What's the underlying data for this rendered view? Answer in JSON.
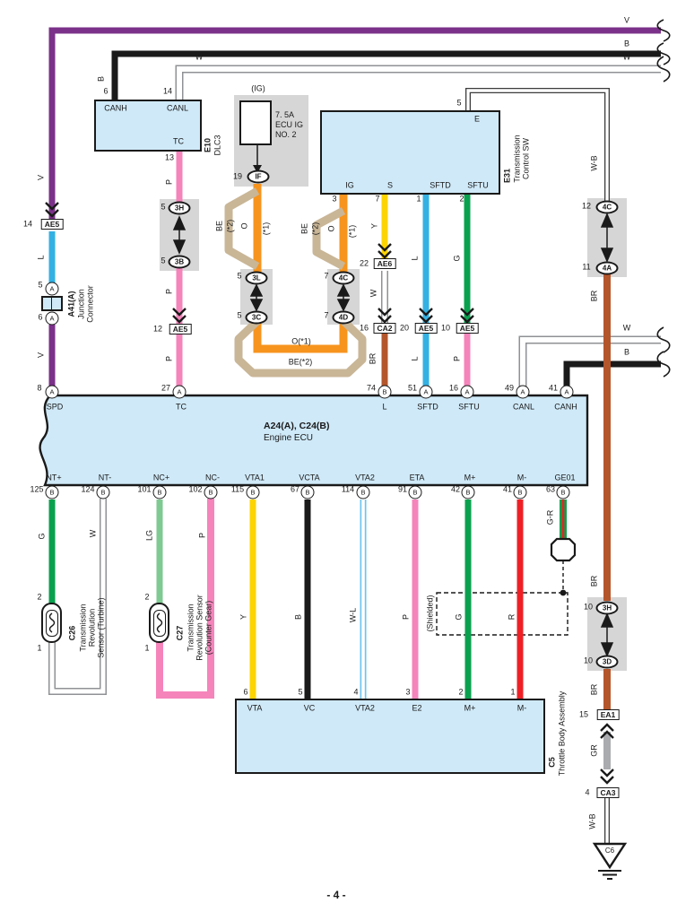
{
  "colors": {
    "v": "#7b3189",
    "b": "#1a1a1a",
    "p": "#f584bb",
    "o": "#f7941d",
    "be": "#c9b697",
    "y": "#fcd400",
    "l": "#33b1e3",
    "g": "#0aa14e",
    "lg": "#7fca92",
    "br": "#b4562c",
    "r": "#ee2026",
    "gr": "#a9abae",
    "wl": "#6cc4ed",
    "w_edge": "#8f9194",
    "wb_edge": "#3c3c3c",
    "white": "#ffffff",
    "box": "#cfe9f8",
    "panel": "#d6d6d6",
    "line": "#1a1a1a"
  },
  "top": {
    "v": "V",
    "b": "B",
    "w_left": "W",
    "w_right": "W",
    "w2": "W",
    "b2": "B"
  },
  "left": {
    "v1": "V",
    "n14": "14",
    "ae5": "AE5",
    "l": "L",
    "n5": "5",
    "a1": "A",
    "junction_id": "A41(A)",
    "junction_l1": "Junction",
    "junction_l2": "Connector",
    "n6": "6",
    "a2": "A",
    "v2": "V",
    "n8": "8"
  },
  "dlc3": {
    "b": "B",
    "n6": "6",
    "n14": "14",
    "canh": "CANH",
    "canl": "CANL",
    "tc": "TC",
    "n13": "13",
    "id": "E10",
    "name": "DLC3"
  },
  "tcwire": {
    "p1": "P",
    "n5a": "5",
    "c3h": "3H",
    "n5b": "5",
    "c3b": "3B",
    "p2": "P",
    "n12": "12",
    "ae5": "AE5",
    "p3": "P",
    "n27": "27"
  },
  "fuse": {
    "ig": "(IG)",
    "r1": "7. 5A",
    "r2": "ECU IG",
    "r3": "NO. 2",
    "n19": "19",
    "if": "IF"
  },
  "optl": {
    "be": "BE",
    "s2": "(*2)",
    "o": "O",
    "s1": "(*1)"
  },
  "optr": {
    "be": "BE",
    "s2": "(*2)",
    "o": "O",
    "s1": "(*1)"
  },
  "optb": {
    "o": "O(*1)",
    "be": "BE(*2)"
  },
  "mc": {
    "n5a": "5",
    "c3l": "3L",
    "n5b": "5",
    "c3c": "3C",
    "n7a": "7",
    "c4c": "4C",
    "n7b": "7",
    "c4d": "4D"
  },
  "e31": {
    "n5": "5",
    "e": "E",
    "ig": "IG",
    "s": "S",
    "sftd": "SFTD",
    "sftu": "SFTU",
    "n3": "3",
    "n7": "7",
    "n1": "1",
    "n2": "2",
    "id": "E31",
    "name1": "Transmission",
    "name2": "Control SW"
  },
  "mid": {
    "y": "Y",
    "n22": "22",
    "ae6": "AE6",
    "w": "W",
    "n16": "16",
    "ca2": "CA2",
    "br": "BR",
    "l1": "L",
    "n20": "20",
    "ae5a": "AE5",
    "l2": "L",
    "g": "G",
    "n10": "10",
    "ae5b": "AE5",
    "p": "P"
  },
  "rt": {
    "wb": "W-B",
    "n12": "12",
    "c4c": "4C",
    "n11": "11",
    "c4a": "4A",
    "br": "BR"
  },
  "ecu": {
    "id": "A24(A), C24(B)",
    "name": "Engine ECU",
    "top": [
      {
        "n": "8",
        "t": "A",
        "l": "SPD"
      },
      {
        "n": "27",
        "t": "A",
        "l": "TC"
      },
      {
        "n": "74",
        "t": "B",
        "l": "L"
      },
      {
        "n": "51",
        "t": "A",
        "l": "SFTD"
      },
      {
        "n": "16",
        "t": "A",
        "l": "SFTU"
      },
      {
        "n": "49",
        "t": "A",
        "l": "CANL"
      },
      {
        "n": "41",
        "t": "A",
        "l": "CANH"
      }
    ],
    "bottom": [
      {
        "n": "125",
        "t": "B",
        "l": "NT+"
      },
      {
        "n": "124",
        "t": "B",
        "l": "NT-"
      },
      {
        "n": "101",
        "t": "B",
        "l": "NC+"
      },
      {
        "n": "102",
        "t": "B",
        "l": "NC-"
      },
      {
        "n": "115",
        "t": "B",
        "l": "VTA1"
      },
      {
        "n": "67",
        "t": "B",
        "l": "VCTA"
      },
      {
        "n": "114",
        "t": "B",
        "l": "VTA2"
      },
      {
        "n": "91",
        "t": "B",
        "l": "ETA"
      },
      {
        "n": "42",
        "t": "B",
        "l": "M+"
      },
      {
        "n": "41",
        "t": "B",
        "l": "M-"
      },
      {
        "n": "63",
        "t": "B",
        "l": "GE01"
      }
    ]
  },
  "sens": {
    "g": "G",
    "w": "W",
    "lg": "LG",
    "p": "P",
    "c26": {
      "n2": "2",
      "n1": "1",
      "id": "C26",
      "l1": "Transmission",
      "l2": "Revolution",
      "l3": "Sensor (Turbine)"
    },
    "c27": {
      "n2": "2",
      "n1": "1",
      "id": "C27",
      "l1": "Transmission",
      "l2": "Revolution Sensor",
      "l3": "(Counter Gear)"
    }
  },
  "tb": {
    "y": "Y",
    "b": "B",
    "wl": "W-L",
    "p": "P",
    "g": "G",
    "r": "R",
    "n6": "6",
    "n5": "5",
    "n4": "4",
    "n3": "3",
    "n2": "2",
    "n1": "1",
    "id": "C5",
    "name": "Throttle Body Assembly",
    "vta": "VTA",
    "vc": "VC",
    "vta2": "VTA2",
    "e2": "E2",
    "mp": "M+",
    "mm": "M-"
  },
  "sh": {
    "gr": "G-R",
    "label": "(Shielded)"
  },
  "rb": {
    "br1": "BR",
    "n10a": "10",
    "c3h": "3H",
    "n10b": "10",
    "c3d": "3D",
    "br2": "BR",
    "n15": "15",
    "ea1": "EA1",
    "gr": "GR",
    "n4": "4",
    "ca3": "CA3",
    "wb": "W-B",
    "gnd": "C6"
  },
  "footer": "- 4 -"
}
